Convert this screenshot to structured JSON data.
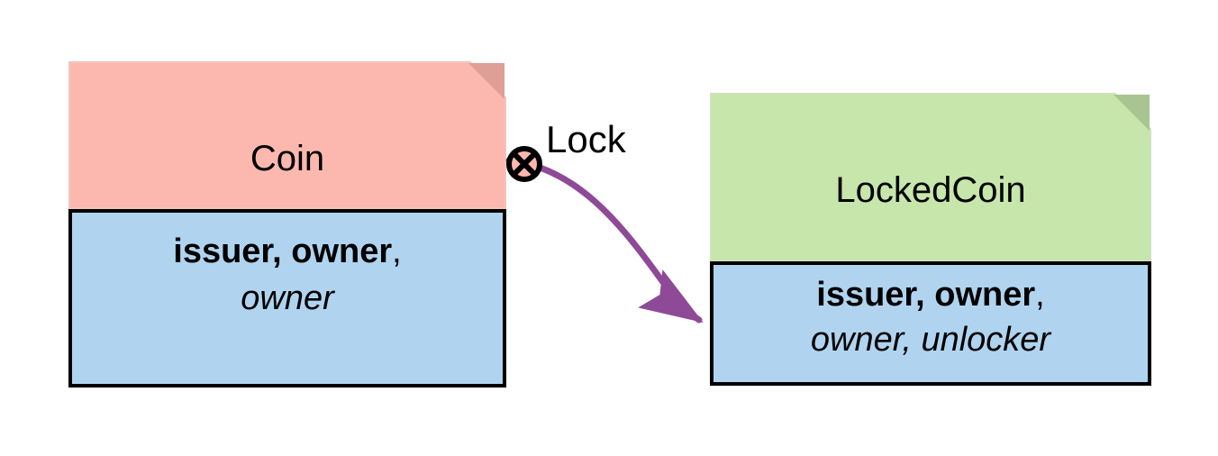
{
  "diagram": {
    "type": "uml-class-refinement",
    "background_color": "#ffffff",
    "colors": {
      "header_pink": "#FCB8AE",
      "header_pink_fold": "#DE9F96",
      "header_green": "#C6E6AB",
      "header_green_fold": "#A8C490",
      "attributes_blue": "#B0D4EF",
      "border_black": "#000000",
      "connector_purple": "#8E4A97"
    },
    "nodes": [
      {
        "id": "coin",
        "title": "Coin",
        "header_color": "#FCB8AE",
        "attributes_color": "#B0D4EF",
        "attribute_lines": [
          {
            "bold_text": "issuer, owner",
            "trailing_comma": ","
          },
          {
            "italic_text": "owner"
          }
        ]
      },
      {
        "id": "lockedcoin",
        "title": "LockedCoin",
        "header_color": "#C6E6AB",
        "attributes_color": "#B0D4EF",
        "attribute_lines": [
          {
            "bold_text": "issuer, owner",
            "trailing_comma": ","
          },
          {
            "italic_text": "owner, unlocker"
          }
        ]
      }
    ],
    "connector": {
      "label": "Lock",
      "source_node": "coin",
      "target_node": "lockedcoin",
      "source_decoration": "circle-x",
      "target_decoration": "filled-arrowhead",
      "color": "#8E4A97"
    }
  }
}
